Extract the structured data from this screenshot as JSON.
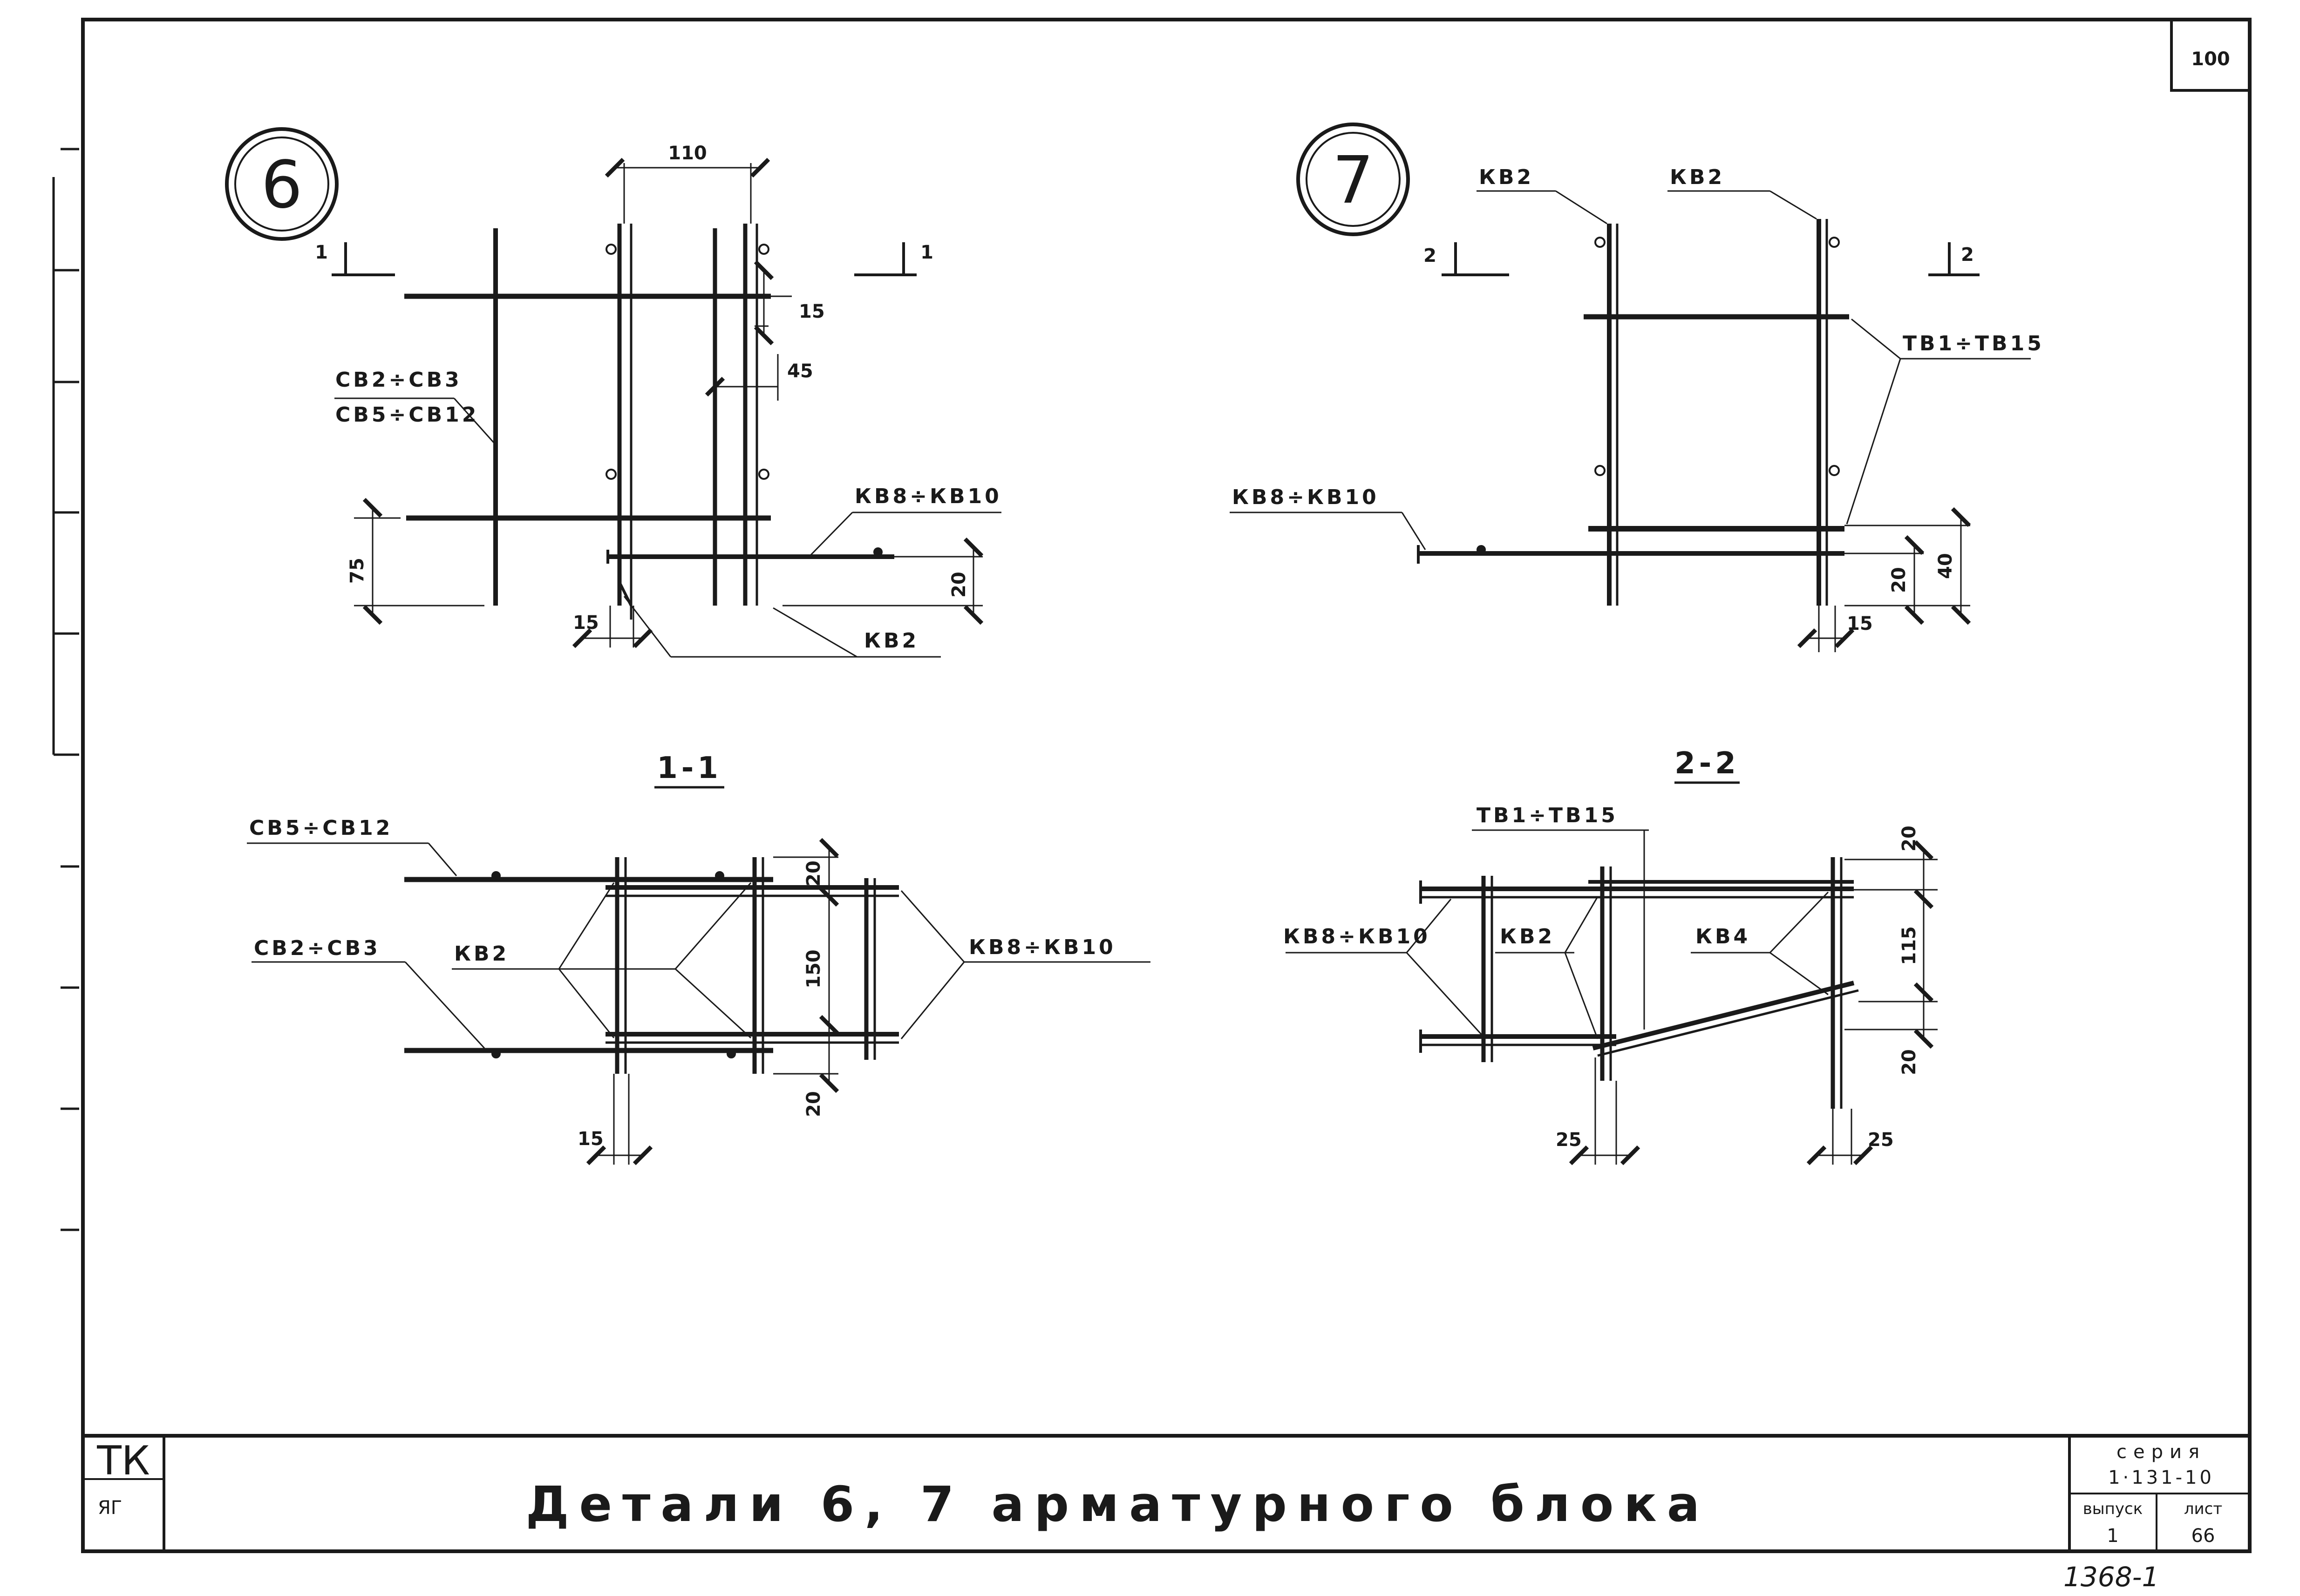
{
  "sheet_number": "100",
  "handwritten_note": "1368-1",
  "title_block": {
    "stamp": "ТК",
    "stamp_sub": "ЯГ",
    "title": "Детали 6, 7 арматурного блока",
    "series_label": "серия",
    "series_value": "1·131-10",
    "issue_label": "выпуск",
    "issue_value": "1",
    "sheet_label": "лист",
    "sheet_value": "66"
  },
  "detail6": {
    "number": "6",
    "section_mark": "1",
    "labels": {
      "cb_top": "СВ2÷СВ3",
      "cb_bottom": "СВ5÷СВ12",
      "kb_horizontal": "КВ8÷КВ10",
      "kb_vertical": "КВ2"
    },
    "dims": {
      "width": "110",
      "d15": "15",
      "d45": "45",
      "d75": "75",
      "d20": "20",
      "d15b": "15"
    }
  },
  "detail7": {
    "number": "7",
    "section_mark": "2",
    "labels": {
      "kb2_left": "КВ2",
      "kb2_right": "КВ2",
      "tb": "ТВ1÷ТВ15",
      "kb_horizontal": "КВ8÷КВ10"
    },
    "dims": {
      "d20": "20",
      "d40": "40",
      "d15": "15"
    }
  },
  "section1": {
    "title": "1-1",
    "labels": {
      "cb_top": "СВ5÷СВ12",
      "cb_bottom": "СВ2÷СВ3",
      "kb2": "КВ2",
      "kb_right": "КВ8÷КВ10"
    },
    "dims": {
      "d20_top": "20",
      "d150": "150",
      "d20_bottom": "20",
      "d15": "15"
    }
  },
  "section2": {
    "title": "2-2",
    "labels": {
      "tb": "ТВ1÷ТВ15",
      "kb_left": "КВ8÷КВ10",
      "kb2": "КВ2",
      "kb4": "КВ4"
    },
    "dims": {
      "d20_top": "20",
      "d115": "115",
      "d20_bottom": "20",
      "d25_left": "25",
      "d25_right": "25"
    }
  }
}
